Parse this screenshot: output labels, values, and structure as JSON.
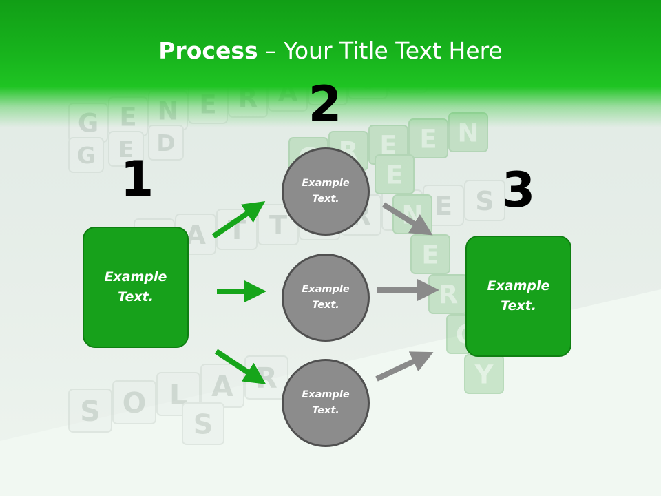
{
  "slide": {
    "title_bold": "Process",
    "title_rest": " – Your Title Text Here",
    "steps": [
      "1",
      "2",
      "3"
    ],
    "left_box": "Example Text.",
    "right_box": "Example Text.",
    "circles": [
      "Example Text.",
      "Example Text.",
      "Example Text."
    ],
    "background_words": [
      "GENERATORS",
      "GREEN",
      "ENERGY",
      "BATTERIES",
      "SOLAR",
      "GED",
      "SS"
    ]
  },
  "colors": {
    "header_green": "#18b51d",
    "box_green": "#17a11b",
    "circle_gray": "#8c8c8c",
    "green_arrow": "#16a51a",
    "gray_arrow": "#8a8a8a"
  }
}
